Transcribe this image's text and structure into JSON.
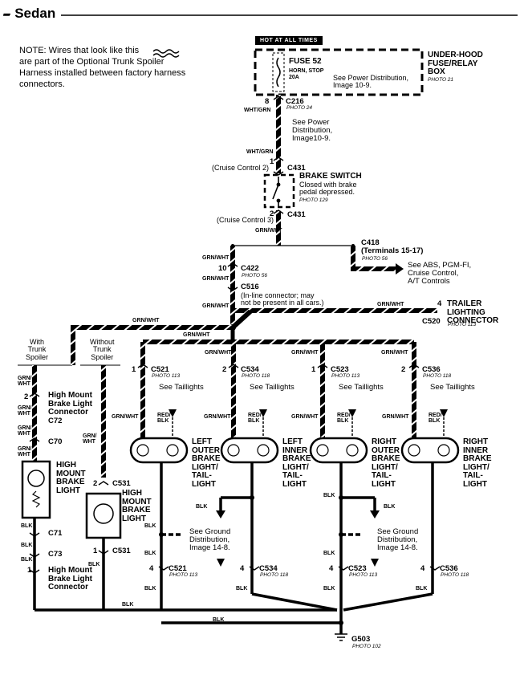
{
  "header": {
    "title": "Sedan"
  },
  "note": "NOTE: Wires that look like this",
  "note2": "are part of the Optional Trunk Spoiler Harness installed between factory harness connectors.",
  "hot_label": "HOT AT ALL TIMES",
  "fuse": {
    "name": "FUSE 52",
    "desc": "HORN, STOP",
    "amps": "20A"
  },
  "see_power_dist_1": "See Power Distribution,\nImage 10-9.",
  "underhood": {
    "title": "UNDER-HOOD\nFUSE/RELAY\nBOX",
    "photo": "PHOTO 21"
  },
  "c216": {
    "pin": "8",
    "name": "C216",
    "photo": "PHOTO 24"
  },
  "wire_wht_grn": "WHT/GRN",
  "see_power_dist_2": "See Power\nDistribution,\nImage10-9.",
  "c431_top": {
    "pin": "1",
    "cruise": "(Cruise Control 2)",
    "name": "C431"
  },
  "brake_switch": {
    "title": "BRAKE SWITCH",
    "desc": "Closed with brake\npedal depressed.",
    "photo": "PHOTO 129"
  },
  "c431_bot": {
    "pin": "2",
    "cruise": "(Cruise Control 3)",
    "name": "C431"
  },
  "wire_grn_wht": "GRN/WHT",
  "c418": {
    "name": "C418",
    "terminals": "(Terminals 15-17)",
    "photo": "PHOTO 56"
  },
  "see_abs": "See ABS, PGM-FI,\nCruise Control,\nA/T Controls",
  "c422": {
    "pin": "10",
    "name": "C422",
    "photo": "PHOTO 56"
  },
  "c516": {
    "name": "C516",
    "desc": "(In-line connector; may\nnot be present in all cars.)"
  },
  "trailer": {
    "pin": "4",
    "title": "TRAILER\nLIGHTING\nCONNECTOR",
    "name": "C520",
    "photo": "PHOTO 113"
  },
  "with_spoiler": "With\nTrunk\nSpoiler",
  "without_spoiler": "Without\nTrunk\nSpoiler",
  "connectors": {
    "c521": {
      "pin": "1",
      "name": "C521",
      "photo": "PHOTO 113"
    },
    "c534": {
      "pin": "2",
      "name": "C534",
      "photo": "PHOTO 118"
    },
    "c523": {
      "pin": "1",
      "name": "C523",
      "photo": "PHOTO 113"
    },
    "c536": {
      "pin": "2",
      "name": "C536",
      "photo": "PHOTO 118"
    }
  },
  "see_taillights": "See Taillights",
  "wire_red_blk": "RED/\nBLK",
  "wire_grn_wht_split": "GRN/\nWHT",
  "lights": {
    "left_outer": "LEFT\nOUTER\nBRAKE\nLIGHT/\nTAIL-\nLIGHT",
    "left_inner": "LEFT\nINNER\nBRAKE\nLIGHT/\nTAIL-\nLIGHT",
    "right_outer": "RIGHT\nOUTER\nBRAKE\nLIGHT/\nTAIL-\nLIGHT",
    "right_inner": "RIGHT\nINNER\nBRAKE\nLIGHT/\nTAIL-\nLIGHT"
  },
  "hmbl": {
    "pin_top": "2",
    "connector_top": "High Mount\nBrake Light\nConnector",
    "c72": "C72",
    "c70": "C70",
    "light": "HIGH\nMOUNT\nBRAKE\nLIGHT",
    "c71": "C71",
    "c73": "C73",
    "pin_bot": "1",
    "connector_bot": "High Mount\nBrake Light\nConnector"
  },
  "c531": {
    "pin_top": "2",
    "pin_bot": "1",
    "name": "C531",
    "light": "HIGH\nMOUNT\nBRAKE\nLIGHT"
  },
  "wire_blk": "BLK",
  "see_ground": "See Ground\nDistribution,\nImage 14-8.",
  "bottom": {
    "c521": {
      "pin": "4",
      "name": "C521",
      "photo": "PHOTO 113"
    },
    "c534": {
      "pin": "4",
      "name": "C534",
      "photo": "PHOTO 118"
    },
    "c523": {
      "pin": "4",
      "name": "C523",
      "photo": "PHOTO 113"
    },
    "c536": {
      "pin": "4",
      "name": "C536",
      "photo": "PHOTO 118"
    }
  },
  "g503": {
    "name": "G503",
    "photo": "PHOTO 102"
  }
}
